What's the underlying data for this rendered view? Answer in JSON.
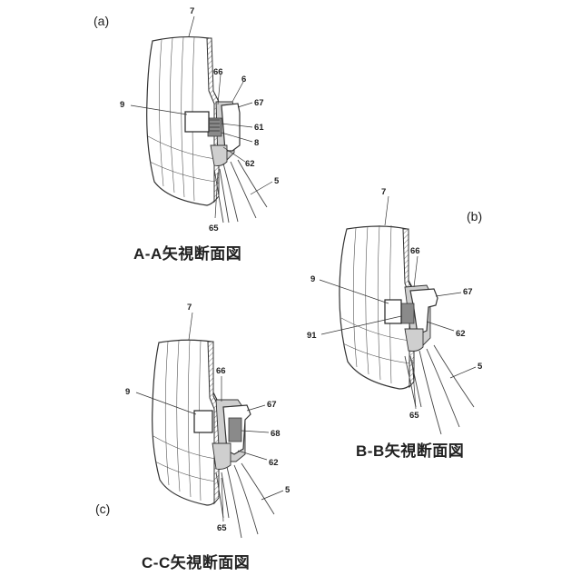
{
  "panels": [
    {
      "tag": "(a)",
      "caption": "A-A矢視断面図",
      "labels": [
        "7",
        "6",
        "66",
        "67",
        "9",
        "61",
        "8",
        "62",
        "5",
        "65"
      ]
    },
    {
      "tag": "(b)",
      "caption": "B-B矢視断面図",
      "labels": [
        "7",
        "66",
        "9",
        "67",
        "91",
        "62",
        "5",
        "65"
      ]
    },
    {
      "tag": "(c)",
      "caption": "C-C矢視断面図",
      "labels": [
        "7",
        "66",
        "9",
        "67",
        "68",
        "62",
        "5",
        "65"
      ]
    }
  ]
}
